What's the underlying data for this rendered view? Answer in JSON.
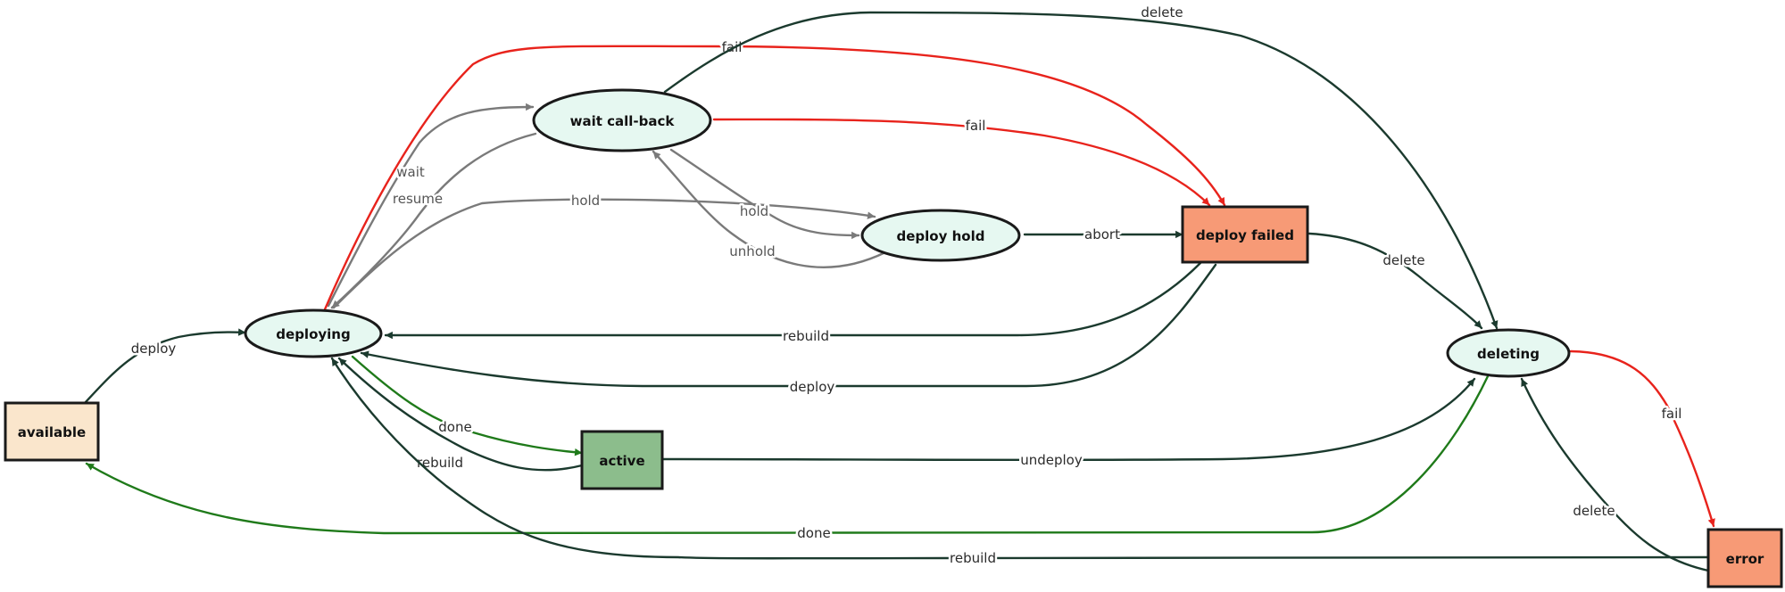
{
  "colors": {
    "ellipse_fill": "#e6f8f1",
    "available_fill": "#fae6cc",
    "active_fill": "#8cbd8c",
    "failed_fill": "#f79a76",
    "error_fill": "#f79a76",
    "edge_dark": "#1b3a2e",
    "edge_red": "#e8231c",
    "edge_gray": "#7a7a7a",
    "edge_green": "#1f7a1a"
  },
  "nodes": {
    "available": "available",
    "deploying": "deploying",
    "wait_callback": "wait call-back",
    "deploy_hold": "deploy hold",
    "deploy_failed": "deploy failed",
    "active": "active",
    "deleting": "deleting",
    "error": "error"
  },
  "edges": [
    {
      "id": "available-deploying",
      "label": "deploy",
      "style": "dark"
    },
    {
      "id": "deploying-waitcallback-wait",
      "label": "wait",
      "style": "gray"
    },
    {
      "id": "waitcallback-deploying-resume",
      "label": "resume",
      "style": "gray"
    },
    {
      "id": "deploying-deployhold-hold",
      "label": "hold",
      "style": "gray"
    },
    {
      "id": "waitcallback-deployhold-hold",
      "label": "hold",
      "style": "gray"
    },
    {
      "id": "deployhold-waitcallback-unhold",
      "label": "unhold",
      "style": "gray"
    },
    {
      "id": "deploying-deployfailed-fail",
      "label": "fail",
      "style": "red"
    },
    {
      "id": "waitcallback-deployfailed-fail",
      "label": "fail",
      "style": "red"
    },
    {
      "id": "waitcallback-deleting-delete",
      "label": "delete",
      "style": "dark"
    },
    {
      "id": "deployhold-deployfailed-abort",
      "label": "abort",
      "style": "dark"
    },
    {
      "id": "deployfailed-deleting-delete",
      "label": "delete",
      "style": "dark"
    },
    {
      "id": "deployfailed-deploying-rebuild",
      "label": "rebuild",
      "style": "dark"
    },
    {
      "id": "deployfailed-deploying-deploy",
      "label": "deploy",
      "style": "dark"
    },
    {
      "id": "deploying-active-done",
      "label": "done",
      "style": "green"
    },
    {
      "id": "active-deploying-rebuild",
      "label": "rebuild",
      "style": "dark"
    },
    {
      "id": "active-deleting-undeploy",
      "label": "undeploy",
      "style": "dark"
    },
    {
      "id": "deleting-available-done",
      "label": "done",
      "style": "green"
    },
    {
      "id": "deleting-error-fail",
      "label": "fail",
      "style": "red"
    },
    {
      "id": "error-deleting-delete",
      "label": "delete",
      "style": "dark"
    },
    {
      "id": "error-deploying-rebuild",
      "label": "rebuild",
      "style": "dark"
    }
  ]
}
